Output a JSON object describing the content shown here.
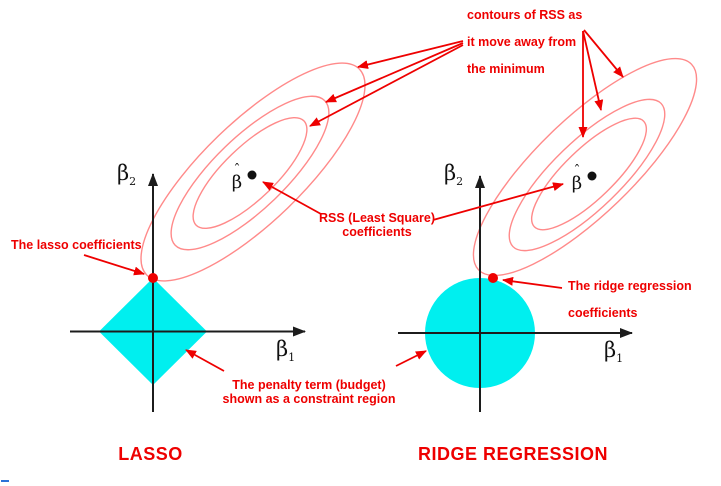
{
  "diagram": {
    "description": "Comparison of LASSO and Ridge Regression constraint regions with RSS contours",
    "colors": {
      "annotation_red": "#ee0000",
      "contour_pink": "#ff8a8a",
      "constraint_cyan": "#00efef",
      "axis_black": "#1c1c1c",
      "artifact_blue": "#2b72d8"
    }
  },
  "annotations": {
    "contours_note": {
      "line1": "contours of RSS as",
      "line2": "it move away from",
      "line3": "the minimum"
    },
    "lasso_coefficients": "The lasso coefficients",
    "rss_coefficients": {
      "line1": "RSS (Least Square)",
      "line2": "coefficients"
    },
    "ridge_coefficients": {
      "line1": "The ridge regression",
      "line2": "coefficients"
    },
    "penalty_note": {
      "line1": "The penalty term (budget)",
      "line2": "shown as a constraint region"
    }
  },
  "left_plot": {
    "title": "LASSO",
    "constraint_shape": "diamond",
    "contour_count": 3,
    "x_axis": {
      "symbol": "β",
      "sub": "1"
    },
    "y_axis": {
      "symbol": "β",
      "sub": "2"
    },
    "beta_hat": {
      "hat": "ˆ",
      "symbol": "β"
    }
  },
  "right_plot": {
    "title": "RIDGE REGRESSION",
    "constraint_shape": "circle",
    "contour_count": 3,
    "x_axis": {
      "symbol": "β",
      "sub": "1"
    },
    "y_axis": {
      "symbol": "β",
      "sub": "2"
    },
    "beta_hat": {
      "hat": "ˆ",
      "symbol": "β"
    }
  }
}
